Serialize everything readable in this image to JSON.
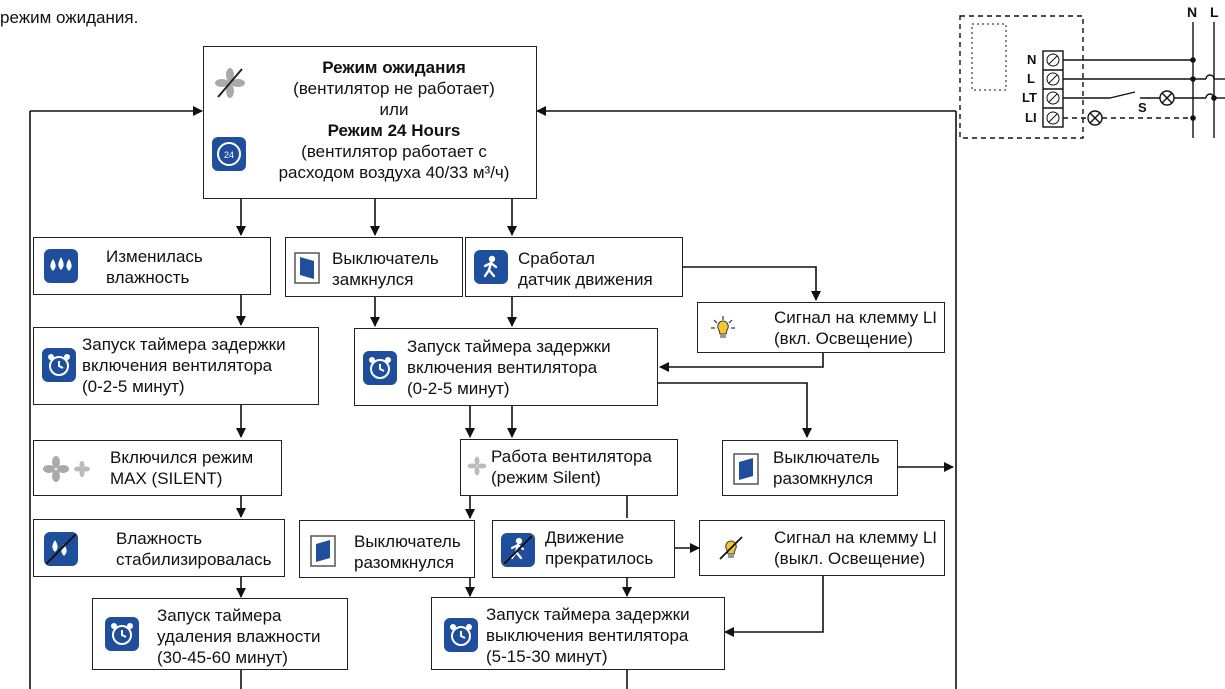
{
  "top_text": "режим ожидания.",
  "standby": {
    "title1": "Режим ожидания",
    "line1": "(вентилятор не работает)",
    "or": "или",
    "title2": "Режим 24 Hours",
    "line2": "(вентилятор работает с",
    "line3": "расходом воздуха 40/33 м³/ч)"
  },
  "humidity_changed": [
    "Изменилась",
    "влажность"
  ],
  "switch_closed": [
    "Выключатель",
    "замкнулся"
  ],
  "motion_detected": [
    "Сработал",
    "датчик движения"
  ],
  "signal_on": [
    "Сигнал на клемму LI",
    "(вкл. Освещение)"
  ],
  "timer_on_left": [
    "Запуск таймера задержки",
    "включения вентилятора",
    "(0-2-5 минут)"
  ],
  "timer_on_center": [
    "Запуск таймера задержки",
    "включения вентилятора",
    "(0-2-5 минут)"
  ],
  "max_mode": [
    "Включился режим",
    "MAX (SILENT)"
  ],
  "fan_silent": [
    "Работа вентилятора",
    "(режим Silent)"
  ],
  "switch_opened_right": [
    "Выключатель",
    "разомкнулся"
  ],
  "humidity_stable": [
    "Влажность",
    "стабилизировалась"
  ],
  "switch_opened_center": [
    "Выключатель",
    "разомкнулся"
  ],
  "motion_stopped": [
    "Движение",
    "прекратилось"
  ],
  "signal_off": [
    "Сигнал на клемму LI",
    "(выкл. Освещение)"
  ],
  "timer_humidity": [
    "Запуск таймера",
    "удаления влажности",
    "(30-45-60 минут)"
  ],
  "timer_off": [
    "Запуск таймера задержки",
    "выключения вентилятора",
    "(5-15-30 минут)"
  ],
  "wiring": {
    "terminals": [
      "N",
      "L",
      "LT",
      "LI"
    ],
    "mains": [
      "N",
      "L"
    ],
    "switch": "S"
  },
  "colors": {
    "icon_blue": "#1f4e9c",
    "line": "#222222"
  }
}
